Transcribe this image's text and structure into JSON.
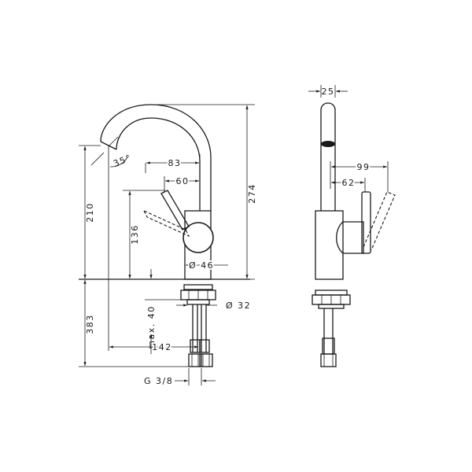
{
  "dimensions": {
    "d25": "25",
    "d99": "99",
    "d62": "62",
    "d83": "83",
    "d60": "60",
    "d35deg": "35°",
    "d274": "274",
    "d210": "210",
    "d136": "136",
    "d46": "Ø 46",
    "d32": "Ø 32",
    "dmax40": "max. 40",
    "d383": "383",
    "d142": "142",
    "dg38": "G 3/8"
  },
  "colors": {
    "line": "#1a1a1a",
    "background": "#ffffff"
  }
}
